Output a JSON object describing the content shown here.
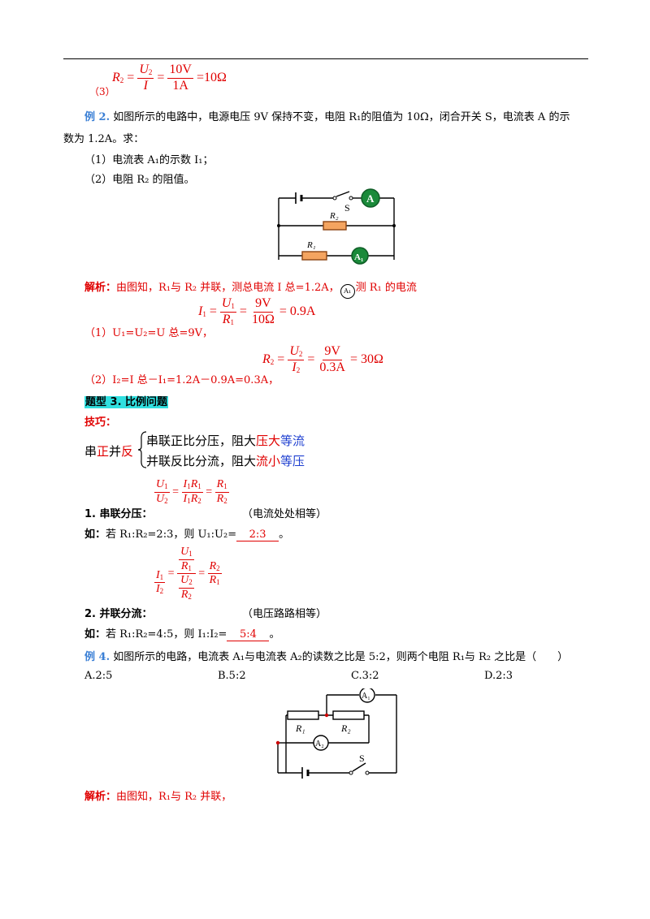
{
  "p3_label": "（3）",
  "p3_formula": {
    "lhs": "R",
    "lhs_sub": "2",
    "n1": "U",
    "n1_sub": "2",
    "d1": "I",
    "n2": "10V",
    "d2": "1A",
    "result": "=10Ω"
  },
  "ex2": {
    "label": "例 2.",
    "text_line1": "如图所示的电路中，电源电压 9V 保持不变，电阻 R₁的阻值为 10Ω，闭合开关 S，电流表 A 的示",
    "text_line2": "数为 1.2A。求：",
    "q1": "（1）电流表 A₁的示数 I₁；",
    "q2": "（2）电阻 R₂ 的阻值。",
    "sol_label": "解析：",
    "sol_text": "由图知，R₁与 R₂ 并联，测总电流 I 总=1.2A，",
    "sol_text_b": "测 R₁ 的电流",
    "a1_meter": "A₁",
    "step1": "（1）U₁=U₂=U 总=9V，",
    "step2": "（2）I₂=I 总－I₁=1.2A－0.9A=0.3A，",
    "f1": {
      "lhs": "I",
      "lhs_sub": "1",
      "n1": "U",
      "n1_sub": "1",
      "d1": "R",
      "d1_sub": "1",
      "n2": "9V",
      "d2": "10Ω",
      "result": "= 0.9A"
    },
    "f2": {
      "lhs": "R",
      "lhs_sub": "2",
      "n1": "U",
      "n1_sub": "2",
      "d1": "I",
      "d1_sub": "2",
      "n2": "9V",
      "d2": "0.3A",
      "result": "= 30Ω"
    },
    "circuit": {
      "s": "S",
      "a": "A",
      "a1": "A₁",
      "r1": "R₁",
      "r2": "R₂"
    }
  },
  "type3": {
    "title": "题型 3. 比例问题",
    "tip_label": "技巧：",
    "mnemonic_prefix_a": "串",
    "mnemonic_prefix_b": "正",
    "mnemonic_prefix_c": "并",
    "mnemonic_prefix_d": "反",
    "rule1_a": "串联正比分压，阻大",
    "rule1_b": "压大",
    "rule1_c": "等流",
    "rule2_a": "并联反比分流，阻大",
    "rule2_b": "流小",
    "rule2_c": "等压"
  },
  "series": {
    "title": "1. 串联分压：",
    "note": "（电流处处相等）",
    "eg_label": "如：",
    "eg_text": "若 R₁:R₂=2:3，则 U₁:U₂=",
    "eg_answer": "2:3",
    "eg_end": "。"
  },
  "parallel": {
    "title": "2. 并联分流：",
    "note": "（电压路路相等）",
    "eg_label": "如：",
    "eg_text": "若 R₁:R₂=4:5，则 I₁:I₂=",
    "eg_answer": "5:4",
    "eg_end": "。"
  },
  "ex4": {
    "label": "例 4.",
    "text": "如图所示的电路，电流表 A₁与电流表 A₂的读数之比是 5:2，则两个电阻 R₁与 R₂ 之比是（　　）",
    "options": [
      "A.2:5",
      "B.5:2",
      "C.3:2",
      "D.2:3"
    ],
    "sol_label": "解析：",
    "sol_text": "由图知，R₁与 R₂ 并联，",
    "circuit": {
      "a1": "A₁",
      "a2": "A₂",
      "r1": "R₁",
      "r2": "R₂",
      "s": "S"
    }
  }
}
